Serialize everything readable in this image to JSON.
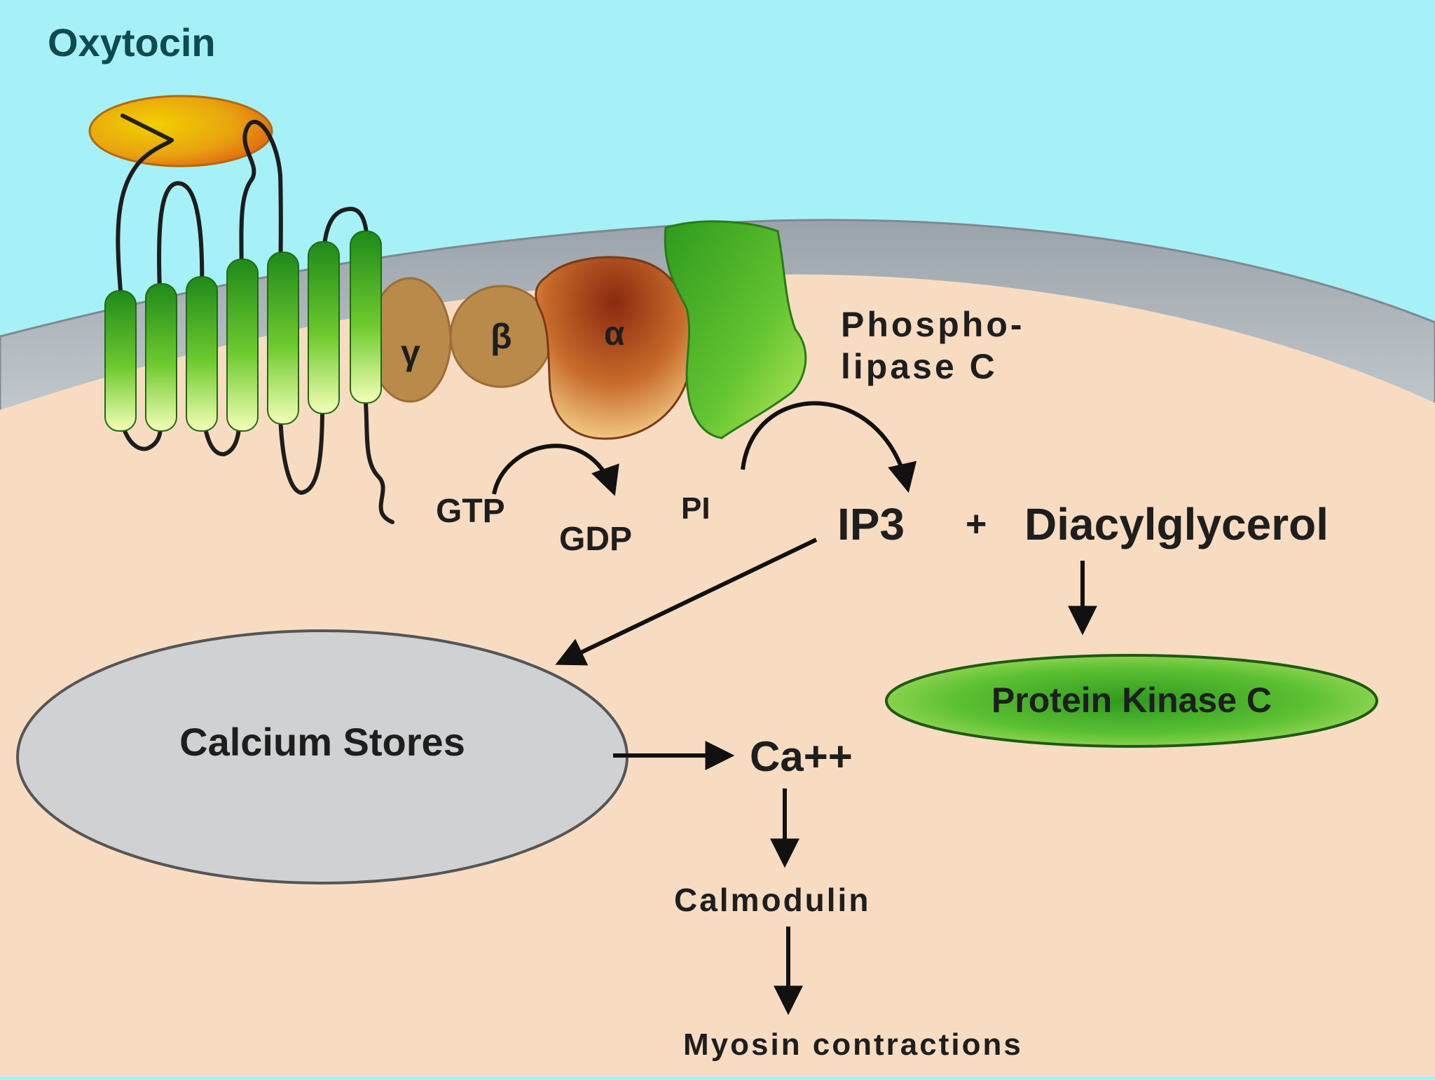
{
  "labels": {
    "oxytocin": "Oxytocin",
    "gamma": "γ",
    "beta": "β",
    "alpha": "α",
    "phospholipase_line1": "Phospho-",
    "phospholipase_line2": "lipase C",
    "gtp": "GTP",
    "gdp": "GDP",
    "pi": "PI",
    "ip3": "IP3",
    "plus": "+",
    "diacylglycerol": "Diacylglycerol",
    "protein_kinase_c": "Protein Kinase C",
    "calcium_stores": "Calcium Stores",
    "ca": "Ca++",
    "calmodulin": "Calmodulin",
    "myosin": "Myosin contractions"
  },
  "colors": {
    "sky": "#a6f1f7",
    "cytoplasm": "#f8dcc2",
    "membrane_gray": "#b3bcc2",
    "receptor_green": "#3aa024",
    "kinase_green": "#58c032",
    "calcium_gray": "#cfd1d3"
  }
}
